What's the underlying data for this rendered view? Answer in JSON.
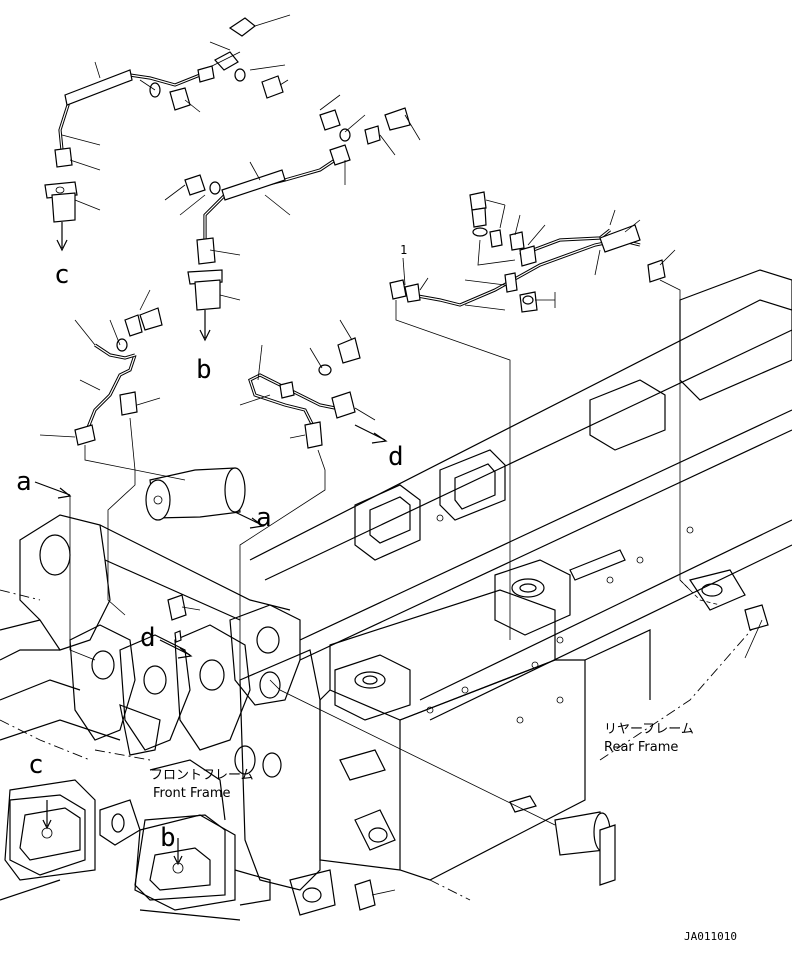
{
  "diagram": {
    "part_number_label": "1",
    "arrow_labels": {
      "a": "a",
      "b": "b",
      "c": "c",
      "d": "d"
    },
    "frames": {
      "front_jp": "フロントフレーム",
      "front_en": "Front Frame",
      "rear_jp": "リヤーフレーム",
      "rear_en": "Rear Frame"
    },
    "drawing_code": "JA011010"
  }
}
